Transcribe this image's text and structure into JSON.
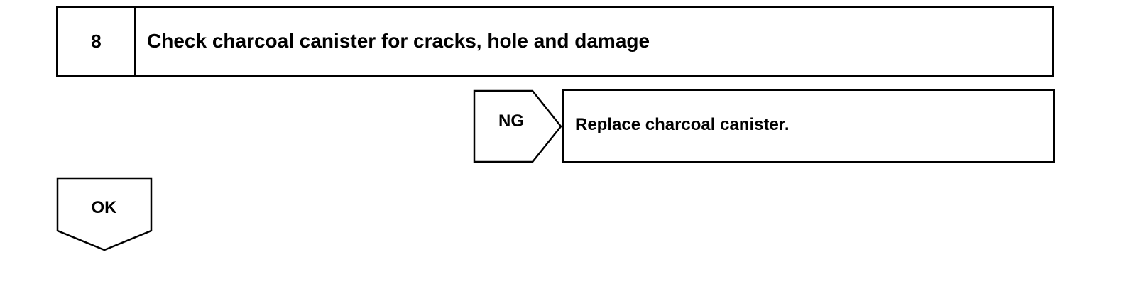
{
  "step": {
    "number": "8",
    "title": "Check charcoal canister for cracks, hole and damage"
  },
  "ng_branch": {
    "label": "NG",
    "action": "Replace charcoal canister."
  },
  "ok_branch": {
    "label": "OK"
  }
}
